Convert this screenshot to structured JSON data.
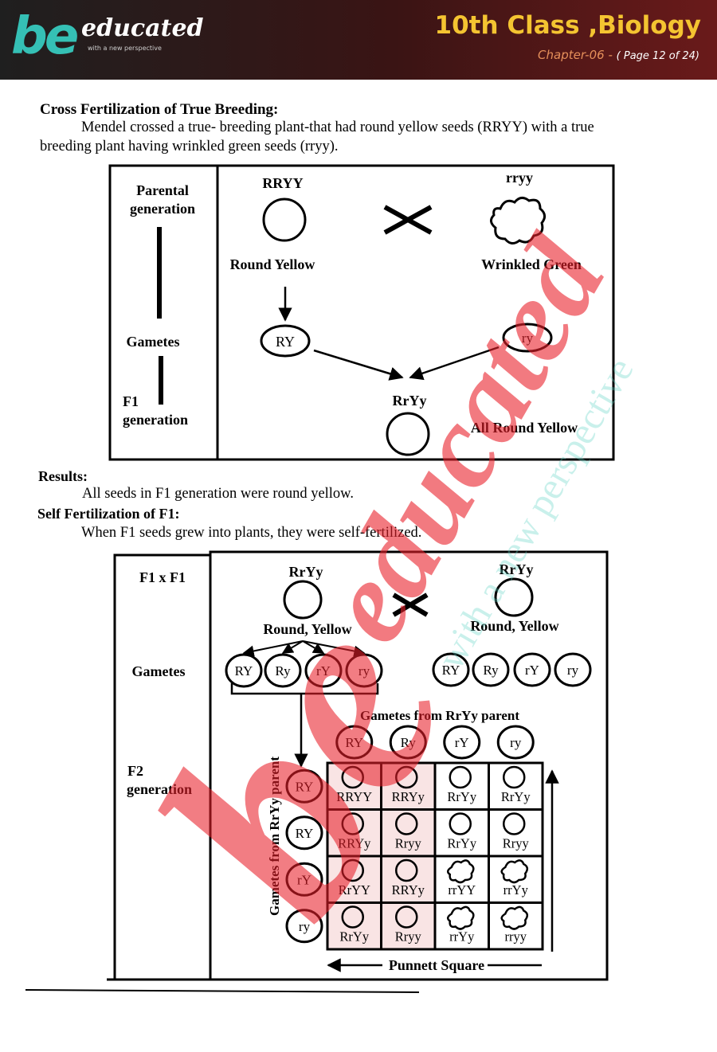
{
  "header": {
    "logo_be": "be",
    "logo_educated": "educated",
    "logo_tagline": "with a new perspective",
    "title": "10th Class ,Biology",
    "chapter": "Chapter-06",
    "separator": "-",
    "page": "( Page 12 of 24)"
  },
  "section1": {
    "heading": "Cross Fertilization of True Breeding:",
    "para_line1": "Mendel crossed a true- breeding plant-that had round yellow seeds (RRYY) with a true",
    "para_line2": "breeding plant having wrinkled green seeds (rryy)."
  },
  "diagram1": {
    "left": {
      "parental": "Parental",
      "generation": "generation",
      "gametes": "Gametes",
      "f1": "F1",
      "f1_generation": "generation"
    },
    "parent1": {
      "genotype": "RRYY",
      "phenotype": "Round Yellow",
      "gamete": "RY"
    },
    "parent2": {
      "genotype": "rryy",
      "phenotype": "Wrinkled Green",
      "gamete": "ry"
    },
    "offspring": {
      "genotype": "RrYy",
      "phenotype": "All Round Yellow"
    }
  },
  "results": {
    "heading": "Results:",
    "text": "All seeds in F1 generation were round yellow."
  },
  "section2": {
    "heading": "Self Fertilization of F1:",
    "text": "When F1 seeds grew into plants, they were self-fertilized."
  },
  "diagram2": {
    "left": {
      "cross": "F1 x F1",
      "gametes": "Gametes",
      "f2": "F2",
      "f2_generation": "generation"
    },
    "parent1": {
      "genotype": "RrYy",
      "phenotype": "Round, Yellow"
    },
    "parent2": {
      "genotype": "RrYy",
      "phenotype": "Round, Yellow"
    },
    "gametes_left": [
      "RY",
      "Ry",
      "rY",
      "ry"
    ],
    "gametes_right": [
      "RY",
      "Ry",
      "rY",
      "ry"
    ],
    "top_label": "Gametes from RrYy parent",
    "side_label": "Gametes from RrYy parent",
    "col_gametes": [
      "RY",
      "Ry",
      "rY",
      "ry"
    ],
    "row_gametes": [
      "RY",
      "RY",
      "rY",
      "ry"
    ],
    "grid": [
      [
        "RRYY",
        "RRYy",
        "RrYy",
        "RrYy"
      ],
      [
        "RRYy",
        "Rryy",
        "RrYy",
        "Rryy"
      ],
      [
        "RrYY",
        "RRYy",
        "rrYY",
        "rrYy"
      ],
      [
        "RrYy",
        "Rryy",
        "rrYy",
        "rryy"
      ]
    ],
    "wrinkled": [
      [
        false,
        false,
        false,
        false
      ],
      [
        false,
        false,
        false,
        false
      ],
      [
        false,
        false,
        true,
        true
      ],
      [
        false,
        false,
        true,
        true
      ]
    ],
    "caption": "Punnett Square"
  },
  "colors": {
    "watermark_red": "#e8202a",
    "watermark_teal": "#5fd3c4",
    "cell_tint": "#f3c9c9"
  }
}
